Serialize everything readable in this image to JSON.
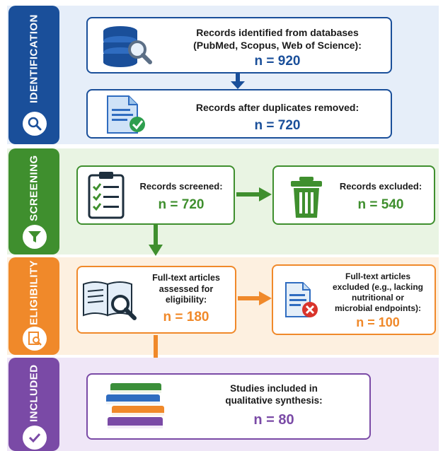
{
  "colors": {
    "identification": "#1a4f9a",
    "screening": "#3f8f2e",
    "eligibility": "#f0892a",
    "included": "#7a4aa6"
  },
  "phases": {
    "identification": {
      "label": "IDENTIFICATION",
      "icon": "magnifier-icon"
    },
    "screening": {
      "label": "SCREENING",
      "icon": "funnel-icon"
    },
    "eligibility": {
      "label": "ELIGIBILITY",
      "icon": "document-search-icon"
    },
    "included": {
      "label": "INCLUDED",
      "icon": "checkmark-icon"
    }
  },
  "boxes": {
    "identified": {
      "line1": "Records identified from databases",
      "line2": "(PubMed, Scopus, Web of Science):",
      "count": "n = 920",
      "icon": "database-search-icon"
    },
    "deduplicated": {
      "line1": "Records after duplicates removed:",
      "count": "n = 720",
      "icon": "document-check-icon"
    },
    "screened": {
      "line1": "Records screened:",
      "count": "n = 720",
      "icon": "clipboard-checklist-icon"
    },
    "excluded": {
      "line1": "Records excluded:",
      "count": "n = 540",
      "icon": "trash-icon"
    },
    "fulltext": {
      "line1": "Full-text articles",
      "line2": "assessed for",
      "line3": "eligibility:",
      "count": "n = 180",
      "icon": "open-book-search-icon"
    },
    "fulltext_excluded": {
      "line1": "Full-text articles",
      "line2": "excluded (e.g., lacking",
      "line3": "nutritional or",
      "line4": "microbial endpoints):",
      "count": "n = 100",
      "icon": "document-reject-icon"
    },
    "included": {
      "line1": "Studies included in",
      "line2": "qualitative synthesis:",
      "count": "n = 80",
      "icon": "book-stack-icon"
    }
  }
}
